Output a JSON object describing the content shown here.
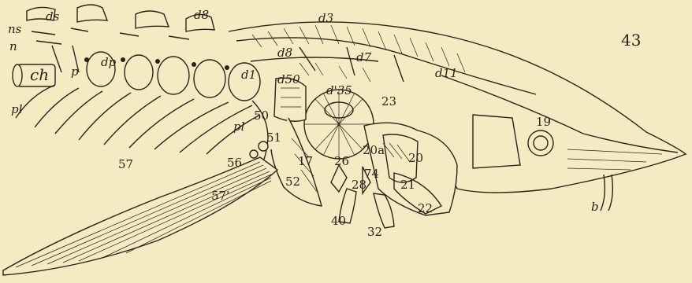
{
  "figure_number": "43",
  "labels": {
    "ds": "ds",
    "d8_top": "d8",
    "ns": "ns",
    "n": "n",
    "ch": "ch",
    "p": "p",
    "dp": "dp",
    "pl_left": "pl",
    "d3": "d3",
    "d8": "d8",
    "d7": "d7",
    "d11": "d11",
    "d1": "d1",
    "d50": "d50",
    "d35": "d'35",
    "n23": "23",
    "n19": "19",
    "pl_mid": "pl",
    "n50": "50",
    "n51": "51",
    "n56": "56",
    "n57": "57",
    "n57p": "57'",
    "n17": "17",
    "n52": "52",
    "n26": "26",
    "n20a": "20a",
    "n20": "20",
    "n74": "74",
    "n28": "28",
    "n21": "21",
    "n22": "22",
    "n40": "40",
    "n32": "32",
    "b": "b"
  }
}
